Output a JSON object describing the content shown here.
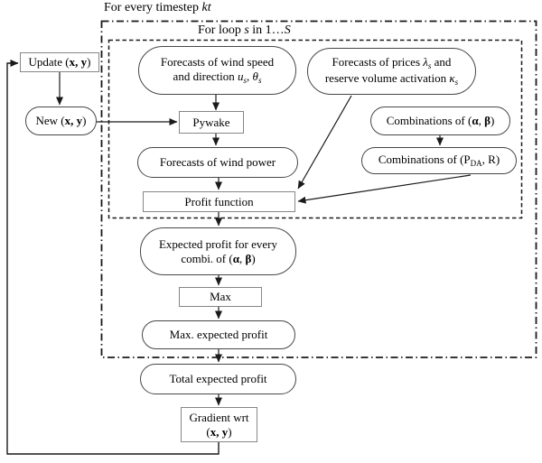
{
  "diagram": {
    "outer_loop_label": {
      "prefix": "For every timestep ",
      "var": "kt"
    },
    "inner_loop_label": {
      "p1": "For loop ",
      "v1": "s",
      "p2": " in 1…",
      "v2": "S"
    }
  },
  "nodes": {
    "update": {
      "prefix": "Update (",
      "vars": "x, y",
      "suffix": ")"
    },
    "new_xy": {
      "prefix": "New (",
      "vars": "x, y",
      "suffix": ")"
    },
    "forecast_wind": {
      "line1": "Forecasts of wind speed",
      "l2a": "and direction ",
      "v1": "u",
      "s1": "s",
      "sep": ", ",
      "v2": "θ",
      "s2": "s"
    },
    "forecast_prices": {
      "l1a": "Forecasts of prices ",
      "v1": "λ",
      "s1": "s",
      "l1b": " and",
      "l2a": "reserve volume activation ",
      "v2": "κ",
      "s2": "s"
    },
    "pywake": {
      "label": "Pywake"
    },
    "comb_ab": {
      "prefix": "Combinations of (",
      "v1": "α",
      "sep": ", ",
      "v2": "β",
      "suffix": ")"
    },
    "comb_pda": {
      "prefix": "Combinations of (P",
      "sub": "DA",
      "suffix": ", R)"
    },
    "forecast_power": {
      "label": "Forecasts of wind power"
    },
    "profit": {
      "label": "Profit function"
    },
    "expected_profit": {
      "line1": "Expected profit for every",
      "l2a": "combi. of (",
      "v1": "α",
      "sep": ", ",
      "v2": "β",
      "suffix": ")"
    },
    "max": {
      "label": "Max"
    },
    "max_expected": {
      "label": "Max. expected profit"
    },
    "total_expected": {
      "label": "Total expected profit"
    },
    "gradient": {
      "line1": "Gradient wrt",
      "l2a": "(",
      "vars": "x, y",
      "suffix": ")"
    }
  },
  "colors": {
    "background": "#ffffff",
    "text": "#000000",
    "line": "#1a1a1a",
    "rect_border": "#868686",
    "stadium_border": "#474747"
  }
}
